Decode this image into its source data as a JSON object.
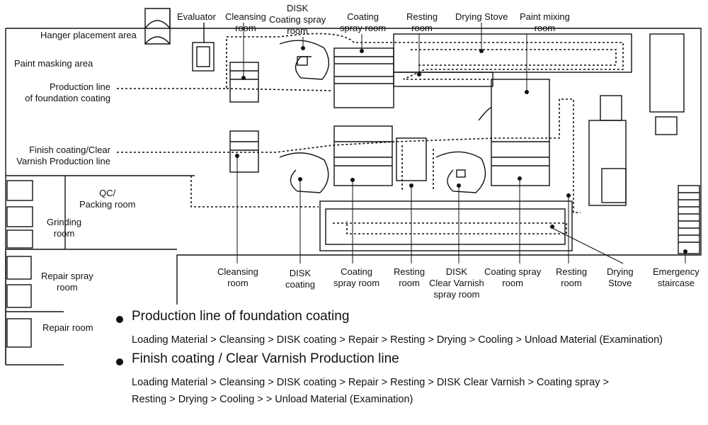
{
  "labels": {
    "evaluator": "Evaluator",
    "cleansing_top": "Cleansing\nroom",
    "disk_top": "DISK\nCoating spray\nroom",
    "coating_top": "Coating\nspray room",
    "resting_top": "Resting\nroom",
    "drying_stove_top": "Drying Stove",
    "paint_mixing": "Paint mixing\nroom",
    "hanger": "Hanger placement area",
    "paint_masking": "Paint masking area",
    "line_foundation": "Production line\nof foundation coating",
    "line_finish": "Finish coating/Clear\nVarnish Production line",
    "qc": "QC/\nPacking room",
    "grinding": "Grinding\nroom",
    "repair_spray": "Repair spray\nroom",
    "repair": "Repair room",
    "cleansing_bottom": "Cleansing\nroom",
    "disk_bottom": "DISK\ncoating",
    "coating_bottom": "Coating\nspray room",
    "resting_bottom": "Resting\nroom",
    "disk_clear": "DISK\nClear Varnish\nspray room",
    "coating_spray_bottom": "Coating spray\nroom",
    "resting_bottom2": "Resting\nroom",
    "drying_stove_bottom": "Drying\nStove",
    "emergency": "Emergency\nstaircase"
  },
  "legend": {
    "foundation_title": "Production line of foundation coating",
    "foundation_flow": "Loading Material > Cleansing > DISK coating > Repair  >  Resting  > Drying >  Cooling >  Unload Material  (Examination)",
    "finish_title": "Finish coating / Clear Varnish  Production line",
    "finish_flow_1": "Loading Material > Cleansing > DISK coating > Repair  >  Resting  > DISK Clear Varnish >  Coating spray >",
    "finish_flow_2": "Resting > Drying > Cooling > >  Unload Material (Examination)"
  },
  "colors": {
    "line": "#111111",
    "background": "#ffffff"
  }
}
